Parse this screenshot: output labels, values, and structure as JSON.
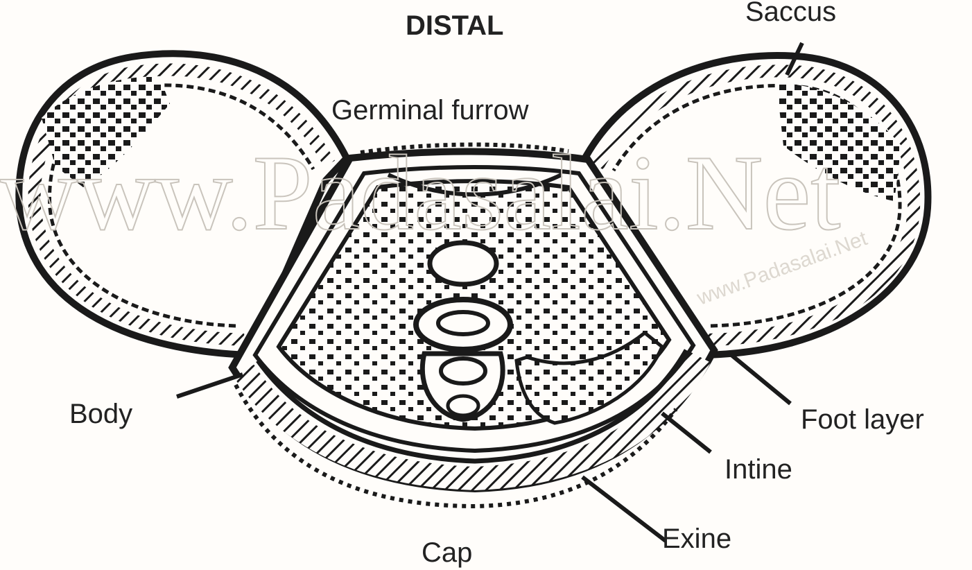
{
  "title": "DISTAL",
  "labels": {
    "saccus": "Saccus",
    "germinal_furrow": "Germinal furrow",
    "body": "Body",
    "foot_layer": "Foot layer",
    "intine": "Intine",
    "exine": "Exine",
    "cap": "Cap"
  },
  "watermark": {
    "main": "www.Padasalai.Net",
    "small": "www.Padasalai.Net"
  },
  "colors": {
    "ink": "#1a1a1a",
    "paper": "#fffdfa",
    "watermark": "#c9c4bc"
  }
}
